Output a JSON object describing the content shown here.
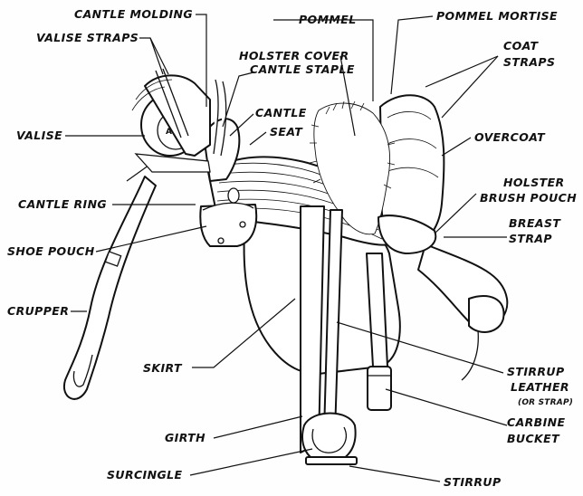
{
  "labels": {
    "cantle_molding": "CANTLE MOLDING",
    "valise_straps": "VALISE STRAPS",
    "pommel": "POMMEL",
    "pommel_mortise": "POMMEL MORTISE",
    "holster_cover": "HOLSTER COVER",
    "cantle_staple": "CANTLE STAPLE",
    "coat_straps_1": "COAT",
    "coat_straps_2": "STRAPS",
    "cantle": "CANTLE",
    "seat": "SEAT",
    "valise": "VALISE",
    "overcoat": "OVERCOAT",
    "holster_brush_pouch_1": "HOLSTER",
    "holster_brush_pouch_2": "BRUSH POUCH",
    "cantle_ring": "CANTLE RING",
    "breast_strap_1": "BREAST",
    "breast_strap_2": "STRAP",
    "shoe_pouch": "SHOE POUCH",
    "crupper": "CRUPPER",
    "skirt": "SKIRT",
    "stirrup_leather_1": "STIRRUP",
    "stirrup_leather_2": "LEATHER",
    "stirrup_leather_3": "(OR STRAP)",
    "carbine_bucket_1": "CARBINE",
    "carbine_bucket_2": "BUCKET",
    "girth": "GIRTH",
    "surcingle": "SURCINGLE",
    "stirrup": "STIRRUP"
  }
}
